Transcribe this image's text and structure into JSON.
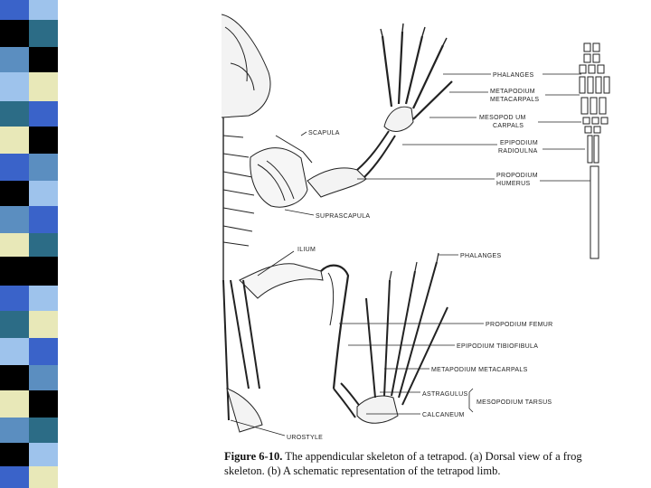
{
  "figure": {
    "labels": {
      "phalanges_top": "PHALANGES",
      "metapodium_top_1": "METAPODIUM",
      "metapodium_top_2": "METACARPALS",
      "mesopodium_top_1": "MESOPOD UM",
      "mesopodium_top_2": "CARPALS",
      "epipodium_top_1": "EPIPODIUM",
      "epipodium_top_2": "RADIOULNA",
      "propodium_top_1": "PROPODIUM",
      "propodium_top_2": "HUMERUS",
      "scapula": "SCAPULA",
      "suprascapula": "SUPRASCAPULA",
      "ilium": "ILIUM",
      "phalanges_bottom": "PHALANGES",
      "propodium_femur": "PROPODIUM FEMUR",
      "epipodium_tibiofibula": "EPIPODIUM TIBIOFIBULA",
      "metapodium_bottom": "METAPODIUM METACARPALS",
      "astragulus": "ASTRAGULUS",
      "mesopodium_tarsus": "MESOPODIUM TARSUS",
      "calcaneum": "CALCANEUM",
      "urostyle": "UROSTYLE"
    },
    "caption": {
      "lead": "Figure 6-10.",
      "text": "The appendicular skeleton of a tetrapod. (a) Dorsal view of a frog skeleton. (b) A schematic representation of the tetrapod limb."
    }
  },
  "colors": {
    "stripe_palette": [
      "#000000",
      "#3a63c9",
      "#e8e8b8",
      "#9ec3ec",
      "#2c6c86",
      "#5b8ec0",
      "#ffffff"
    ]
  }
}
